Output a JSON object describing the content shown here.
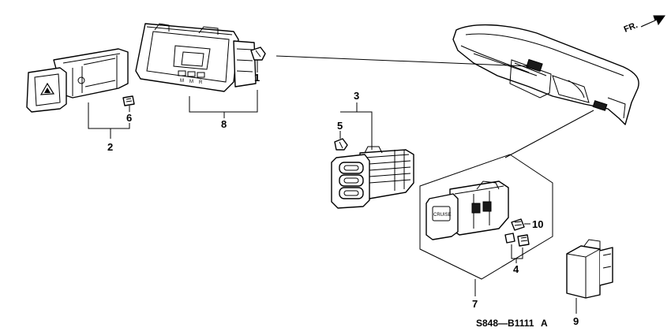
{
  "direction_label": "FR.",
  "callouts": {
    "c1": "1",
    "c2": "2",
    "c3": "3",
    "c4": "4",
    "c5": "5",
    "c6": "6",
    "c7": "7",
    "c8": "8",
    "c9": "9",
    "c10": "10"
  },
  "shift_indicator": [
    "M",
    "M",
    "R"
  ],
  "cruise_label": "CRUISE",
  "diagram_code": "S848—B1111",
  "diagram_code_suffix": "A"
}
